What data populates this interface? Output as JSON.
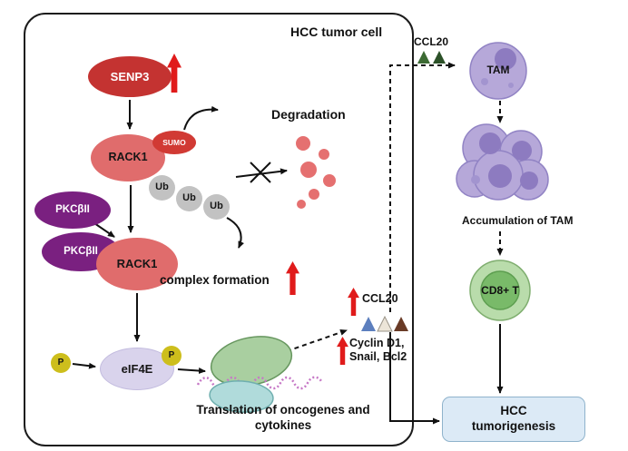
{
  "cell": {
    "label": "HCC tumor cell"
  },
  "molecules": {
    "senp3": "SENP3",
    "sumo": "SUMO",
    "rack1": "RACK1",
    "ub": "Ub",
    "pkcbii": "PKCβII",
    "eif4e": "eIF4E",
    "phospho": "P"
  },
  "labels": {
    "degradation": "Degradation",
    "complex_formation": "complex formation",
    "translation": "Translation of oncogenes and cytokines",
    "ccl20_secreted": "CCL20",
    "cyclin_snail_bcl2": "Cyclin D1, Snail, Bcl2",
    "ccl20_external": "CCL20",
    "tam": "TAM",
    "tam_accumulation": "Accumulation of TAM",
    "cd8_t": "CD8+ T",
    "hcc_tumorigenesis": "HCC tumorigenesis"
  },
  "colors": {
    "senp3_red": "#c43331",
    "sumo_red": "#d13a34",
    "rack1_pink": "#e06c6c",
    "pkc_purple": "#7a2080",
    "ub_gray": "#c2c2c2",
    "eif4e_lavender": "#d9d3ec",
    "phospho_yellow": "#cdbe1c",
    "upregulation_red": "#e01b1b",
    "degradation_dot": "#e57070",
    "tam_purple": "#b6a8d9",
    "cd8_green": "#79ba69",
    "hcc_box_blue": "#dceaf6"
  }
}
